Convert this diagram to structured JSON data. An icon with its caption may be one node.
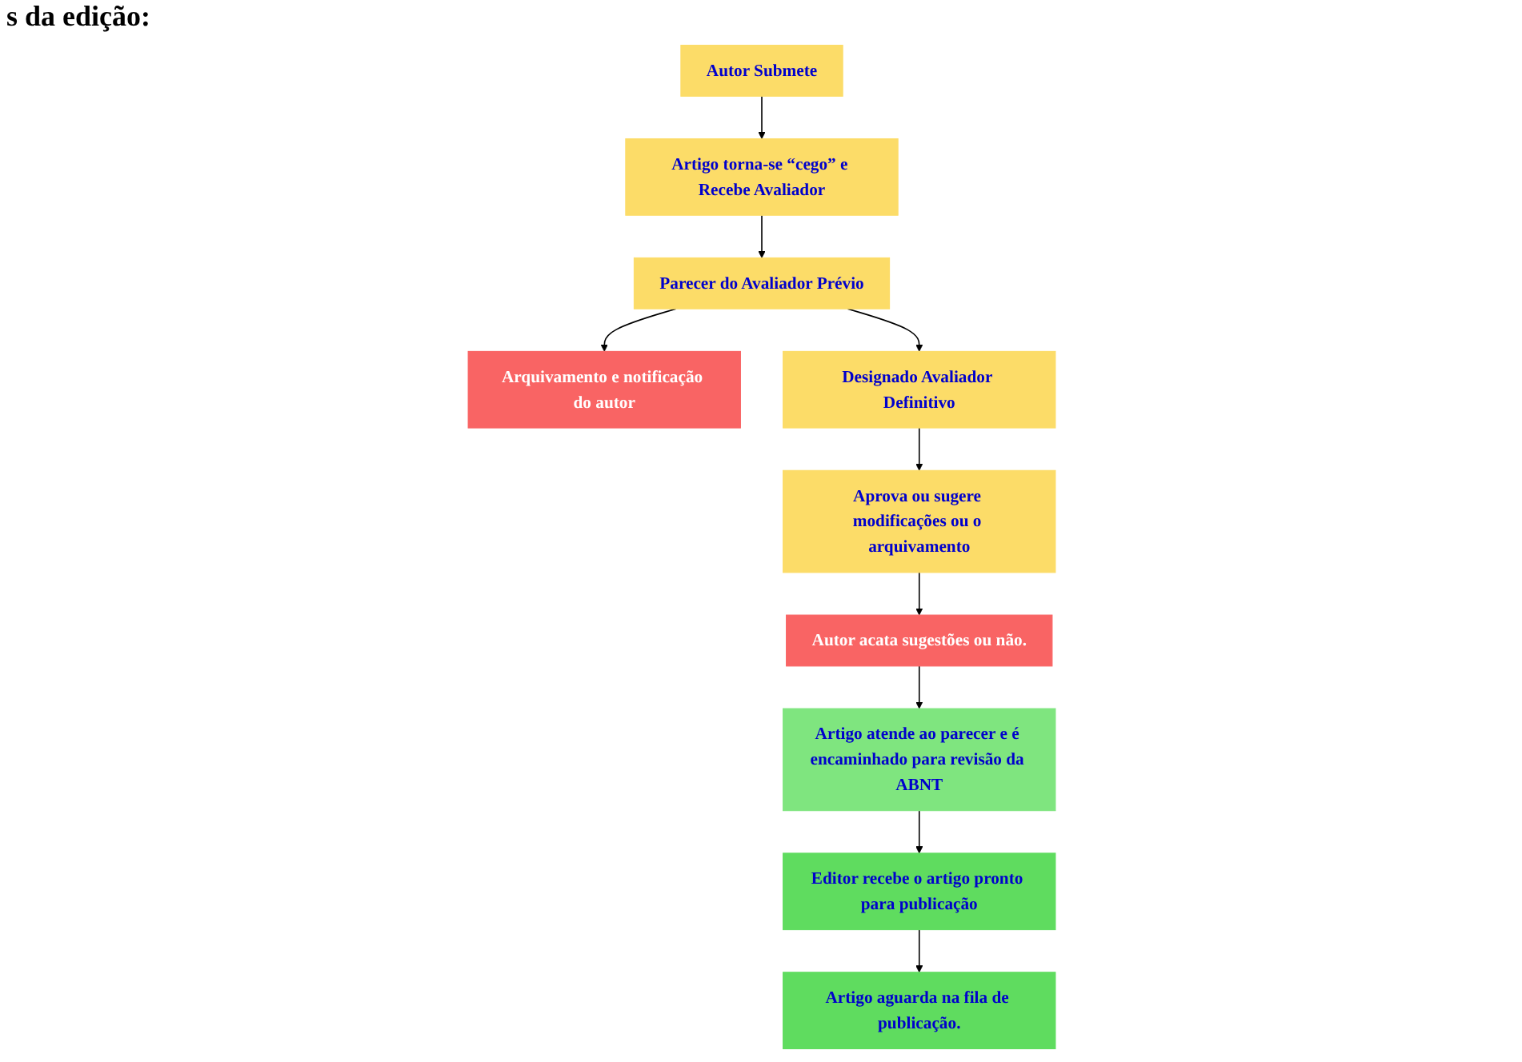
{
  "diagram": {
    "nodes": [
      {
        "text": [
          "Autor Submete"
        ]
      },
      {
        "text": [
          "Artigo torna-se “cego” e Recebe Avaliador"
        ]
      },
      {
        "text": [
          "Parecer do Avaliador Prévio"
        ]
      },
      {
        "text": [
          "Arquivamento e notificação do autor"
        ]
      },
      {
        "text": [
          "Designado Avaliador Definitivo"
        ]
      },
      {
        "text": [
          "Aprova ou sugere modificações ou o arquivamento"
        ]
      },
      {
        "text": [
          "Autor acata sugestões ou não."
        ]
      },
      {
        "text": [
          "Artigo atende ao parecer e é encaminhado para revisão da ABNT"
        ]
      },
      {
        "text": [
          "Editor recebe o artigo pronto para publicação"
        ]
      },
      {
        "text": [
          "Artigo aguarda na fila de publicação."
        ]
      }
    ],
    "edges": [
      {
        "from": 0,
        "to": 1,
        "arrow": "to"
      },
      {
        "from": 1,
        "to": 2,
        "arrow": "to"
      },
      {
        "from": 2,
        "to": 3,
        "arrow": "to"
      },
      {
        "from": 2,
        "to": 4,
        "arrow": "to"
      },
      {
        "from": 4,
        "to": 5,
        "arrow": "to"
      },
      {
        "from": 5,
        "to": 6,
        "arrow": "to"
      },
      {
        "from": 6,
        "to": 7,
        "arrow": "to"
      },
      {
        "from": 7,
        "to": 8,
        "arrow": "to"
      },
      {
        "from": 8,
        "to": 9,
        "arrow": "to"
      }
    ],
    "labels": [
      "s da edição:"
    ]
  }
}
